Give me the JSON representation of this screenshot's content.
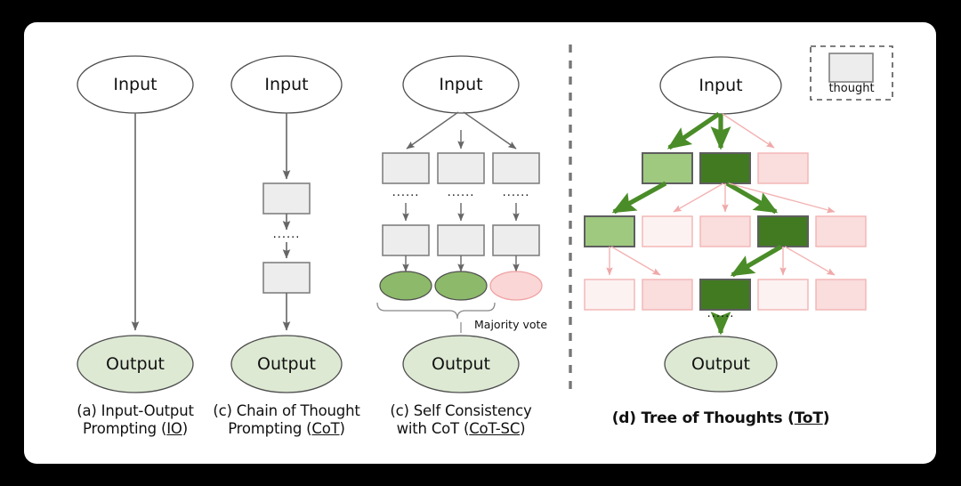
{
  "figure": {
    "background_color": "#000000",
    "card_color": "#ffffff",
    "divider": "dashed-vertical"
  },
  "colors": {
    "thought_box_fill": "#ededed",
    "thought_box_stroke": "#808080",
    "ellipse_stroke": "#4d4d4d",
    "output_fill": "#dde9d3",
    "valid_green": "#8db96a",
    "invalid_pink": "#f9d4d4",
    "tot_dark_green": "#417a21",
    "tot_light_green": "#9ac islands",
    "arrow_gray": "#666666",
    "arrow_green": "#4a8c28",
    "arrow_pink": "#f3b3b3"
  },
  "panels": [
    {
      "id": "io",
      "caption_line1": "(a) Input-Output",
      "caption_line2_pre": "Prompting (",
      "caption_line2_abbr": "IO",
      "caption_line2_post": ")",
      "input_label": "Input",
      "output_label": "Output",
      "thought_boxes": 0,
      "dots": false
    },
    {
      "id": "cot",
      "caption_line1": "(c) Chain of Thought",
      "caption_line2_pre": "Prompting (",
      "caption_line2_abbr": "CoT",
      "caption_line2_post": ")",
      "input_label": "Input",
      "output_label": "Output",
      "thought_boxes": 2,
      "dots": true,
      "dots_label": "......"
    },
    {
      "id": "cot-sc",
      "caption_line1": "(c) Self Consistency",
      "caption_line2_pre": "with CoT (",
      "caption_line2_abbr": "CoT-SC",
      "caption_line2_post": ")",
      "input_label": "Input",
      "output_label": "Output",
      "chains": 3,
      "thought_boxes_per_chain": 2,
      "dots_label": "......",
      "vote_label": "Majority vote",
      "chain_results": [
        "valid",
        "valid",
        "invalid"
      ]
    },
    {
      "id": "tot",
      "caption_pre": "(d) Tree of Thoughts (",
      "caption_abbr": "ToT",
      "caption_post": ")",
      "input_label": "Input",
      "output_label": "Output",
      "dots_label": "......",
      "legend": {
        "swatch_name": "thought-swatch",
        "label": "thought"
      },
      "tree_levels": [
        {
          "level": 1,
          "nodes": [
            "light-green",
            "dark-green",
            "pink"
          ]
        },
        {
          "level": 2,
          "nodes": [
            "light-green",
            "pale-pink",
            "pink",
            "dark-green",
            "pink"
          ]
        },
        {
          "level": 3,
          "nodes": [
            "pale-pink",
            "pink",
            "dark-green",
            "pale-pink",
            "pink"
          ]
        }
      ]
    }
  ]
}
